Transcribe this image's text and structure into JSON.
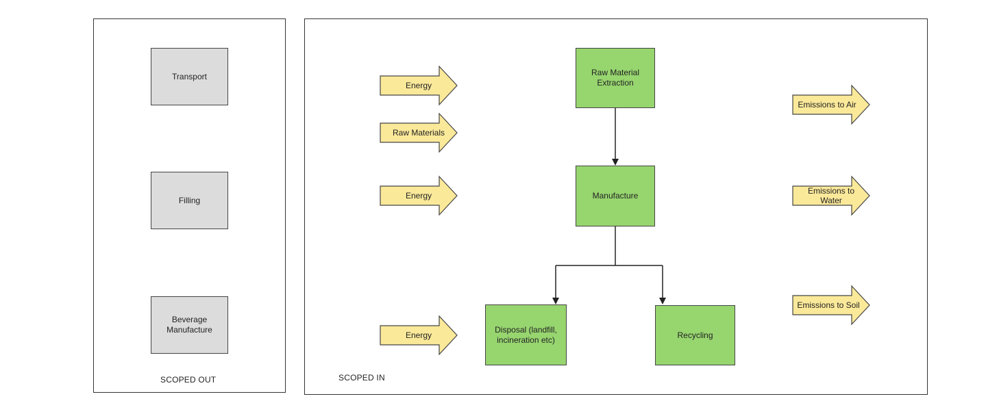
{
  "scoped_out": {
    "label": "SCOPED OUT",
    "boxes": [
      "Transport",
      "Filling",
      "Beverage Manufacture"
    ]
  },
  "scoped_in": {
    "label": "SCOPED IN",
    "processes": {
      "raw_material_extraction": "Raw Material Extraction",
      "manufacture": "Manufacture",
      "disposal": "Disposal (landfill, incineration etc)",
      "recycling": "Recycling"
    },
    "inputs": [
      "Energy",
      "Raw Materials",
      "Energy",
      "Energy"
    ],
    "outputs": [
      "Emissions to Air",
      "Emissions to Water",
      "Emissions to Soil"
    ]
  },
  "colors": {
    "scoped_out_box": "#dcdcdc",
    "process_box": "#97d56f",
    "flow_arrow": "#fbe99a",
    "line": "#222222"
  }
}
